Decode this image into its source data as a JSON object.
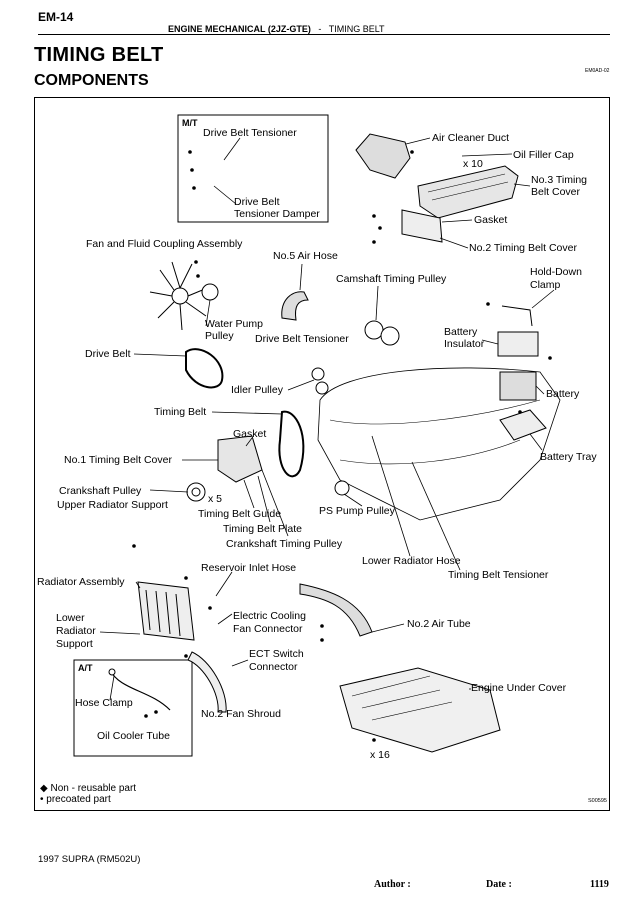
{
  "header": {
    "code": "EM-14",
    "section": "ENGINE MECHANICAL (2JZ-GTE)",
    "separator": "-",
    "subsection": "TIMING BELT"
  },
  "title": "TIMING BELT",
  "subtitle": "COMPONENTS",
  "small_code": "EM0AD-02",
  "figure_code": "S00595",
  "box_labels": {
    "mt": "M/T",
    "at": "A/T"
  },
  "labels": {
    "drive_belt_tensioner_mt": "Drive Belt Tensioner",
    "drive_belt_tensioner_damper_1": "Drive Belt",
    "drive_belt_tensioner_damper_2": "Tensioner Damper",
    "air_cleaner_duct": "Air Cleaner Duct",
    "oil_filler_cap": "Oil Filler Cap",
    "x10": "x 10",
    "no3_timing_belt_cover_1": "No.3 Timing",
    "no3_timing_belt_cover_2": "Belt Cover",
    "gasket_top": "Gasket",
    "no2_timing_belt_cover": "No.2 Timing Belt Cover",
    "fan_fluid_coupling": "Fan and Fluid Coupling Assembly",
    "no5_air_hose": "No.5 Air Hose",
    "camshaft_timing_pulley": "Camshaft Timing Pulley",
    "hold_down_clamp_1": "Hold-Down",
    "hold_down_clamp_2": "Clamp",
    "water_pump_pulley_1": "Water Pump",
    "water_pump_pulley_2": "Pulley",
    "drive_belt_tensioner": "Drive Belt Tensioner",
    "battery_insulator_1": "Battery",
    "battery_insulator_2": "Insulator",
    "drive_belt": "Drive Belt",
    "idler_pulley": "Idler Pulley",
    "battery": "Battery",
    "timing_belt": "Timing Belt",
    "gasket_mid": "Gasket",
    "battery_tray": "Battery Tray",
    "no1_timing_belt_cover": "No.1 Timing Belt Cover",
    "crankshaft_pulley": "Crankshaft Pulley",
    "x5": "x 5",
    "upper_radiator_support": "Upper Radiator Support",
    "timing_belt_guide": "Timing Belt Guide",
    "ps_pump_pulley": "PS Pump Pulley",
    "timing_belt_plate": "Timing Belt Plate",
    "crankshaft_timing_pulley": "Crankshaft Timing Pulley",
    "lower_radiator_hose": "Lower Radiator Hose",
    "reservoir_inlet_hose": "Reservoir Inlet Hose",
    "timing_belt_tensioner": "Timing Belt Tensioner",
    "radiator_assembly": "Radiator Assembly",
    "lower_radiator_support_1": "Lower",
    "lower_radiator_support_2": "Radiator",
    "lower_radiator_support_3": "Support",
    "electric_cooling_fan_connector_1": "Electric Cooling",
    "electric_cooling_fan_connector_2": "Fan Connector",
    "no2_air_tube": "No.2 Air Tube",
    "ect_switch_connector_1": "ECT  Switch",
    "ect_switch_connector_2": "Connector",
    "hose_clamp": "Hose Clamp",
    "engine_under_cover": "Engine Under Cover",
    "oil_cooler_tube": "Oil Cooler Tube",
    "no2_fan_shroud": "No.2 Fan Shroud",
    "x16": "x 16"
  },
  "notes": {
    "non_reusable": "◆ Non - reusable part",
    "precoated": "• precoated part"
  },
  "footer": {
    "model": "1997 SUPRA   (RM502U)",
    "author": "Author :",
    "date": "Date :",
    "page": "1119"
  }
}
